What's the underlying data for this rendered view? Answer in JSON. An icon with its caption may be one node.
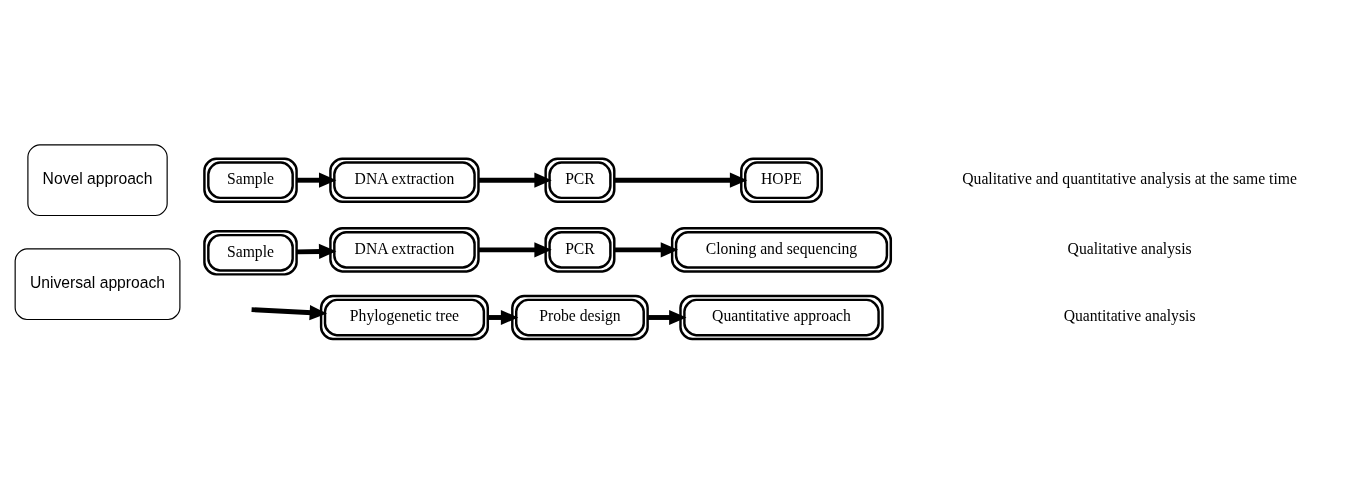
{
  "diagram": {
    "nodes": [
      {
        "text": [
          "Universal approach"
        ]
      },
      {
        "text": [
          "Sample"
        ]
      },
      {
        "text": [
          "DNA extraction"
        ]
      },
      {
        "text": [
          "PCR"
        ]
      },
      {
        "text": [
          "Cloning and sequencing"
        ]
      },
      {
        "text": [
          "Phylogenetic tree"
        ]
      },
      {
        "text": [
          "Probe design"
        ]
      },
      {
        "text": [
          "Quantitative approach"
        ]
      },
      {
        "text": [
          "Novel approach"
        ]
      },
      {
        "text": [
          "Sample"
        ]
      },
      {
        "text": [
          "DNA extraction"
        ]
      },
      {
        "text": [
          "PCR"
        ]
      },
      {
        "text": [
          "HOPE"
        ]
      }
    ],
    "edges": [
      {
        "from": 1,
        "to": 2,
        "arrow": "to"
      },
      {
        "from": 2,
        "to": 3,
        "arrow": "to"
      },
      {
        "from": 3,
        "to": 4,
        "arrow": "to"
      },
      {
        "from": null,
        "to": 5,
        "arrow": "to"
      },
      {
        "from": 5,
        "to": 6,
        "arrow": "to"
      },
      {
        "from": 6,
        "to": 7,
        "arrow": "to"
      },
      {
        "from": 9,
        "to": 10,
        "arrow": "to"
      },
      {
        "from": 10,
        "to": 11,
        "arrow": "to"
      },
      {
        "from": 11,
        "to": 12,
        "arrow": "to"
      }
    ],
    "labels": [
      "Qualitative analysis",
      "Quantitative analysis",
      "Qualitative and quantitative analysis at the same time"
    ]
  }
}
